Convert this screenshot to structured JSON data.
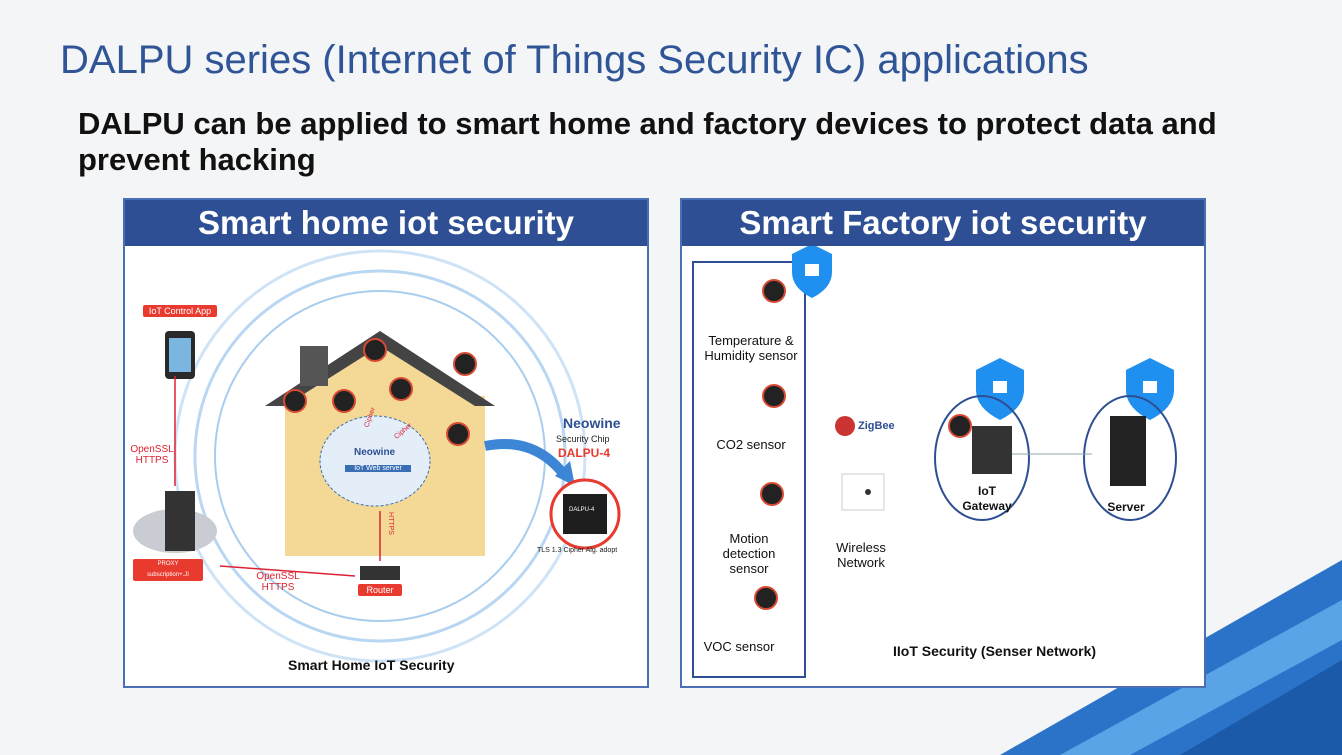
{
  "slide": {
    "title": "DALPU series (Internet of Things Security IC) applications",
    "subtitle": "DALPU can be applied to smart home and factory devices to protect data and prevent hacking"
  },
  "home_panel": {
    "header": "Smart home iot security",
    "caption": "Smart Home IoT Security",
    "iot_app_label": "IoT Control App",
    "openssl_https_1": "OpenSSL\nHTTPS",
    "openssl_https_2": "OpenSSL\nHTTPS",
    "proxy_label": "PROXY\nsubscription+.JI",
    "router_label": "Router",
    "web_server_label": "IoT Web server",
    "neowine_logo": "Neowine",
    "security_chip": "Security Chip",
    "dalpu_model": "DALPU-4",
    "chip_marking": "DALPU-4",
    "tls_note": "TLS 1.3 Cipher Alg. adopt",
    "https_vertical": "HTTPS",
    "cipher_1": "Cipher",
    "cipher_2": "Cipher"
  },
  "factory_panel": {
    "header": "Smart Factory iot security",
    "caption": "IIoT Security (Senser Network)",
    "sensors": [
      {
        "label": "Temperature &\nHumidity sensor"
      },
      {
        "label": "CO2 sensor"
      },
      {
        "label": "Motion\ndetection\nsensor"
      },
      {
        "label": "VOC sensor"
      }
    ],
    "zigbee_label": "ZigBee",
    "wireless_label": "Wireless\nNetwork",
    "gateway_label": "IoT\nGateway",
    "server_label": "Server"
  },
  "colors": {
    "title_blue": "#2f5597",
    "header_navy": "#2e4f93",
    "accent_red": "#e83a2e",
    "shield_blue": "#1f8ff0"
  }
}
